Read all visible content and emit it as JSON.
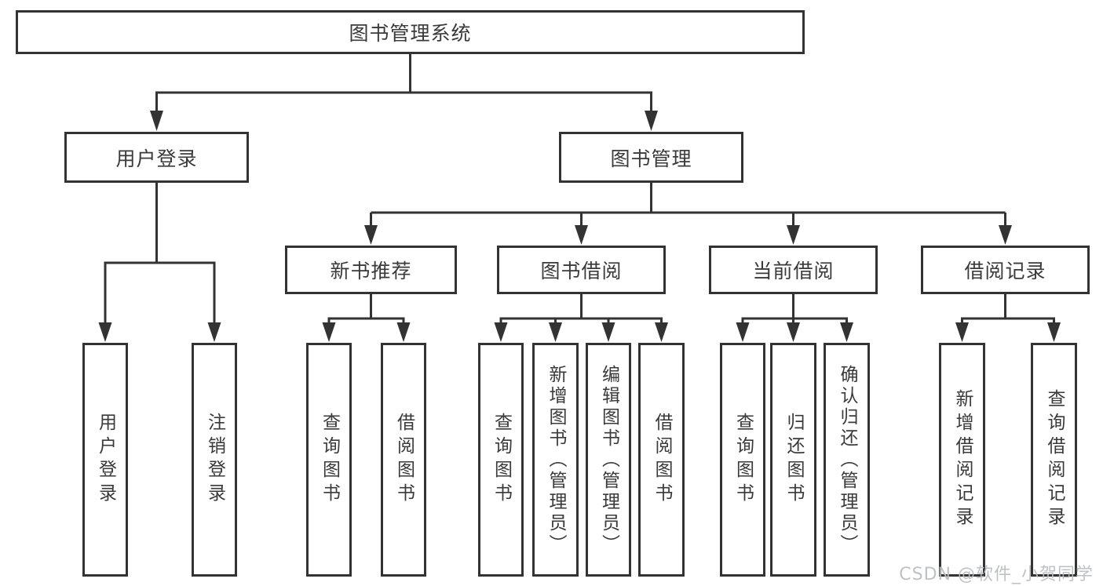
{
  "diagram": {
    "line_color": "#333333",
    "nodes": {
      "root": "图书管理系统",
      "user_login": "用户登录",
      "book_mgmt": "图书管理",
      "new_book_rec": "新书推荐",
      "book_borrow": "图书借阅",
      "current_borrow": "当前借阅",
      "borrow_record": "借阅记录",
      "leaf_user_login": "用户登录",
      "leaf_logout": "注销登录",
      "leaf_nb_query": "查询图书",
      "leaf_nb_borrow": "借阅图书",
      "leaf_bb_query": "查询图书",
      "leaf_bb_add": "新增图书（管理员）",
      "leaf_bb_edit": "编辑图书（管理员）",
      "leaf_bb_borrow": "借阅图书",
      "leaf_cb_query": "查询图书",
      "leaf_cb_return": "归还图书",
      "leaf_cb_confirm": "确认归还（管理员）",
      "leaf_br_add": "新增借阅记录",
      "leaf_br_query": "查询借阅记录"
    }
  },
  "watermark": {
    "text": "CSDN @软件_小贺同学"
  }
}
